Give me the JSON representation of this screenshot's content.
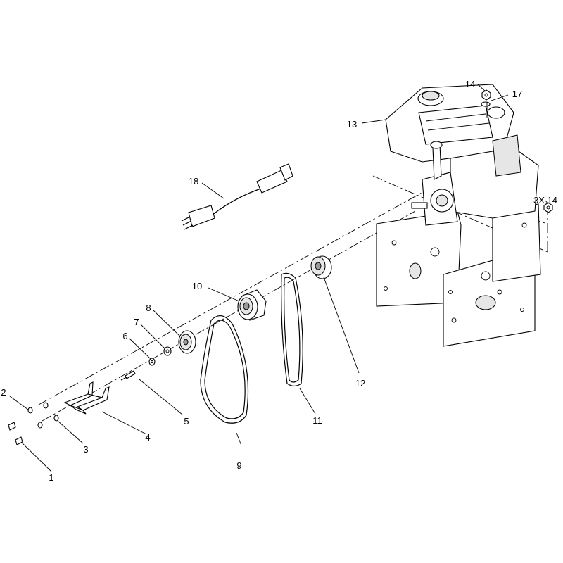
{
  "diagram": {
    "callouts": [
      {
        "id": "1",
        "text": "1"
      },
      {
        "id": "2",
        "text": "2"
      },
      {
        "id": "3",
        "text": "3"
      },
      {
        "id": "4",
        "text": "4"
      },
      {
        "id": "5",
        "text": "5"
      },
      {
        "id": "6",
        "text": "6"
      },
      {
        "id": "7",
        "text": "7"
      },
      {
        "id": "8",
        "text": "8"
      },
      {
        "id": "9",
        "text": "9"
      },
      {
        "id": "10",
        "text": "10"
      },
      {
        "id": "11",
        "text": "11"
      },
      {
        "id": "12",
        "text": "12"
      },
      {
        "id": "13",
        "text": "13"
      },
      {
        "id": "14",
        "text": "14"
      },
      {
        "id": "17",
        "text": "17"
      },
      {
        "id": "18",
        "text": "18"
      },
      {
        "id": "3x14",
        "text": "3X 14"
      }
    ]
  }
}
